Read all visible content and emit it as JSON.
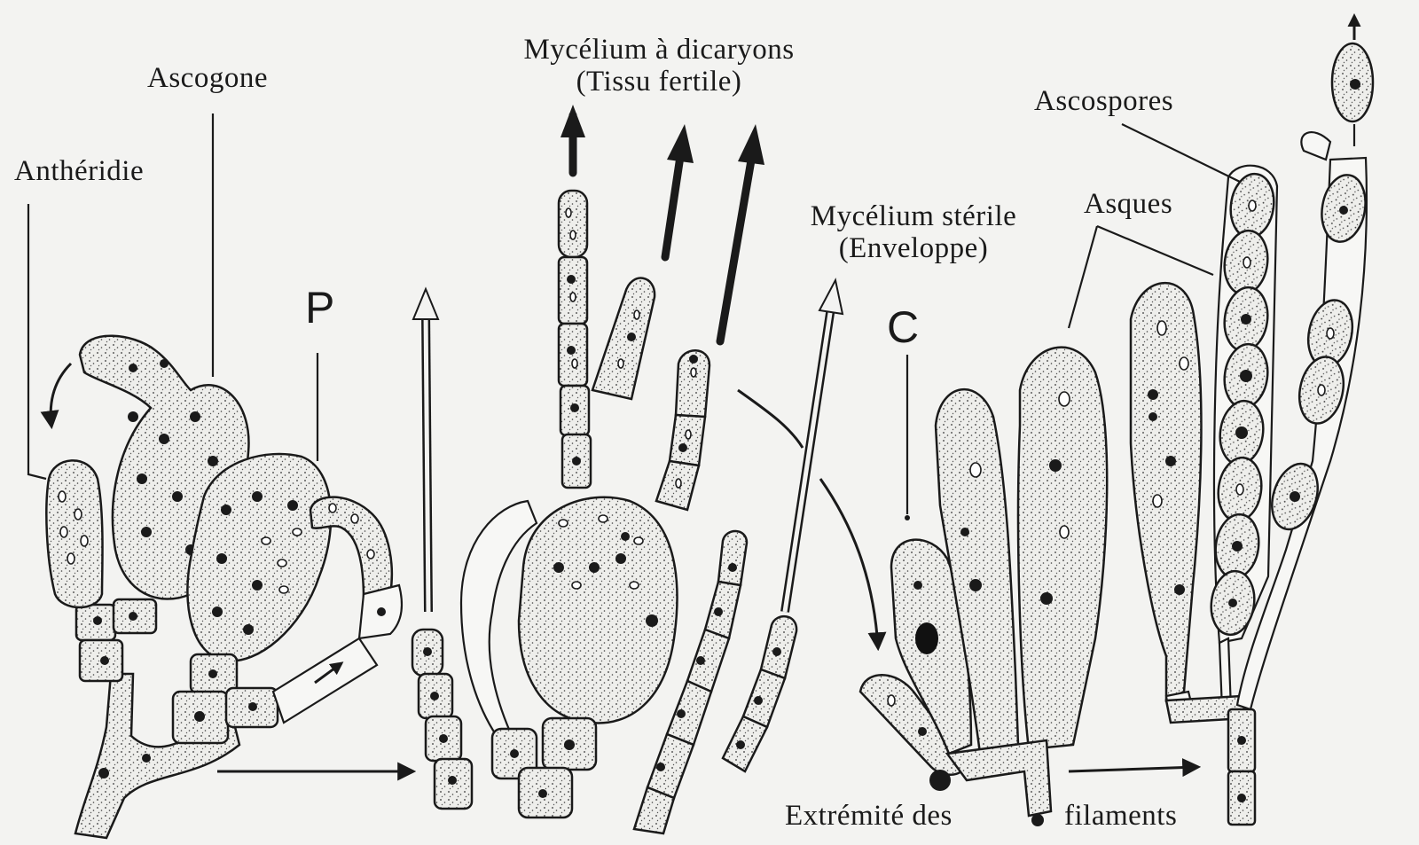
{
  "labels": {
    "antheridie": "Anthéridie",
    "ascogone": "Ascogone",
    "mycelium_dicaryons_line1": "Mycélium à dicaryons",
    "mycelium_dicaryons_line2": "(Tissu fertile)",
    "mycelium_sterile_line1": "Mycélium stérile",
    "mycelium_sterile_line2": "(Enveloppe)",
    "ascospores": "Ascospores",
    "asques": "Asques",
    "extremite": "Extrémité des",
    "filaments": "filaments",
    "stage_p": "P",
    "stage_c": "C"
  },
  "colors": {
    "ink": "#1a1a1a",
    "paper": "#f3f3f1"
  }
}
